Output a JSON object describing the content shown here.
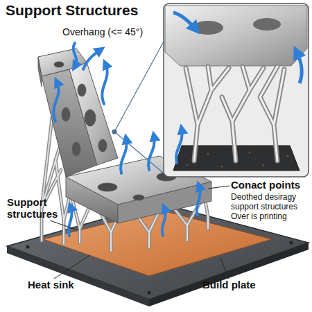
{
  "diagram": {
    "title": "Support Structures",
    "labels": [
      "Overhang (<= 45°)",
      "Conact points",
      "Deothed desiragy support structures Over is printing",
      "Support structures",
      "Heat sink",
      "Build plate"
    ]
  }
}
